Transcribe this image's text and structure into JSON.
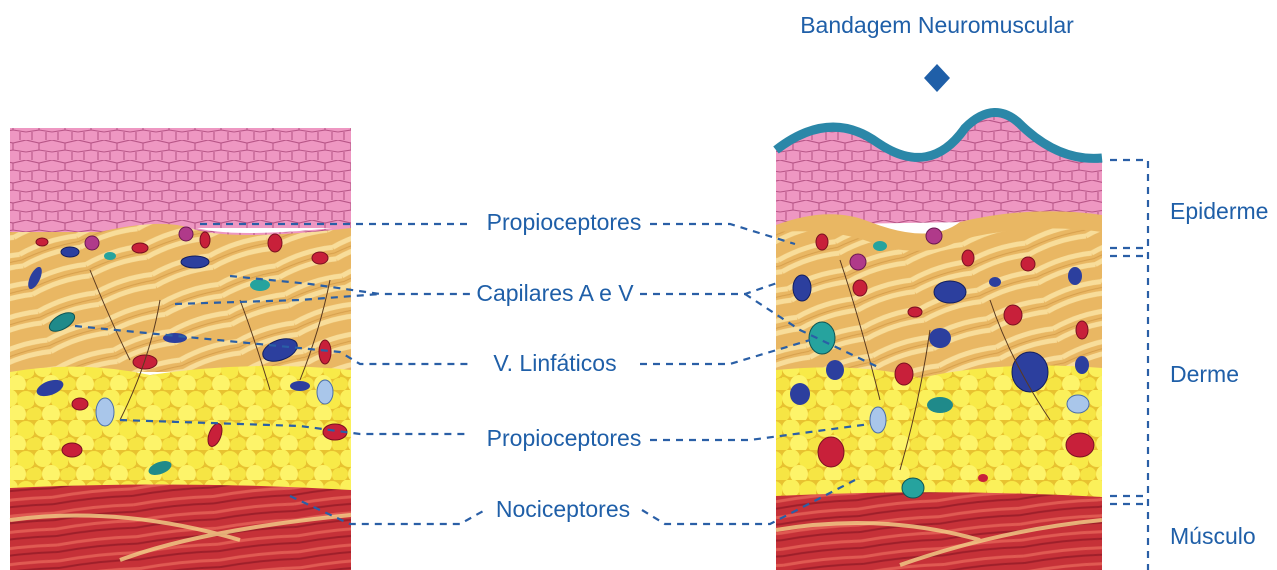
{
  "title": "Bandagem Neuromuscular",
  "center_labels": [
    "Propioceptores",
    "Capilares A e V",
    "V. Linfáticos",
    "Propioceptores",
    "Nociceptores"
  ],
  "layer_labels": [
    "Epiderme",
    "Derme",
    "Músculo"
  ],
  "colors": {
    "label": "#1f5fa8",
    "dash": "#2a5fa6",
    "diamond": "#1f5fa8",
    "epidermis": "#e888b8",
    "dermis": "#e8b860",
    "fat": "#f7e24a",
    "muscle": "#c8323a",
    "tape": "#2b87a8"
  }
}
